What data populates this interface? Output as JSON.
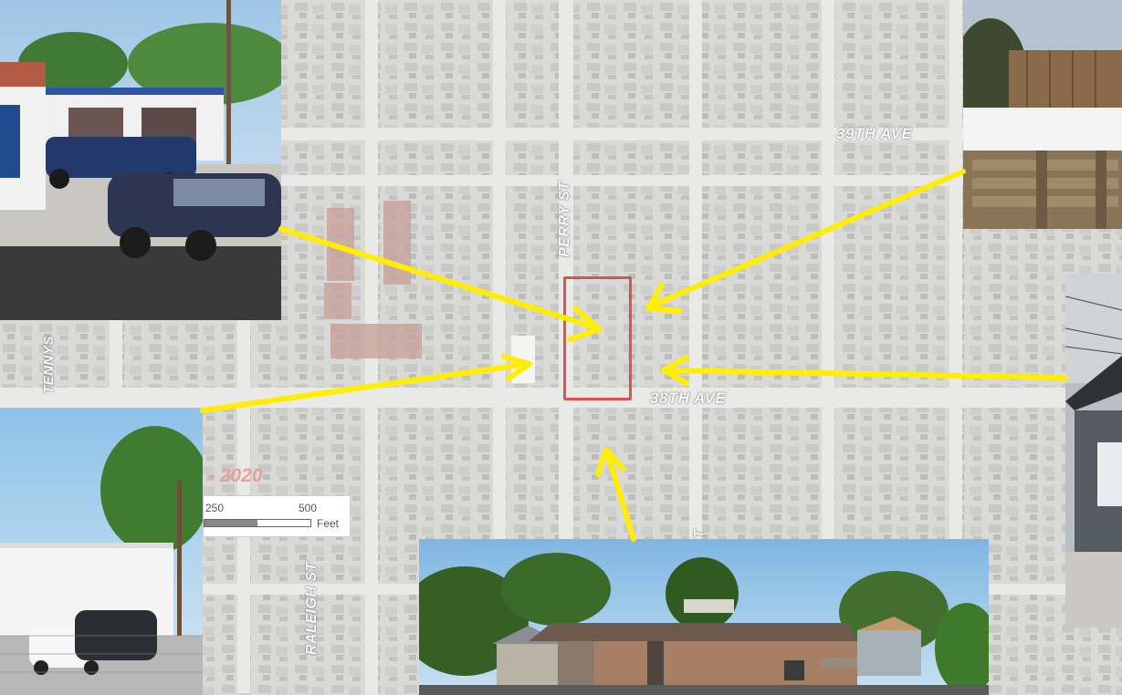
{
  "map": {
    "streets": {
      "ave_39": "39TH AVE",
      "ave_38": "38TH AVE",
      "perry": "PERRY ST",
      "raleigh": "RALEIGH ST",
      "tennyson": "TENNYS",
      "partial": "T"
    },
    "year_label": "- 2020",
    "scale": {
      "tick1": "250",
      "tick2": "500",
      "unit": "Feet"
    },
    "highlight_color": "#d9534f",
    "arrow_color": "#ffee00"
  },
  "photos": [
    {
      "name": "auto-shop-photo"
    },
    {
      "name": "fence-yard-photo"
    },
    {
      "name": "house-siding-photo"
    },
    {
      "name": "parking-lot-photo"
    },
    {
      "name": "building-photo"
    }
  ]
}
